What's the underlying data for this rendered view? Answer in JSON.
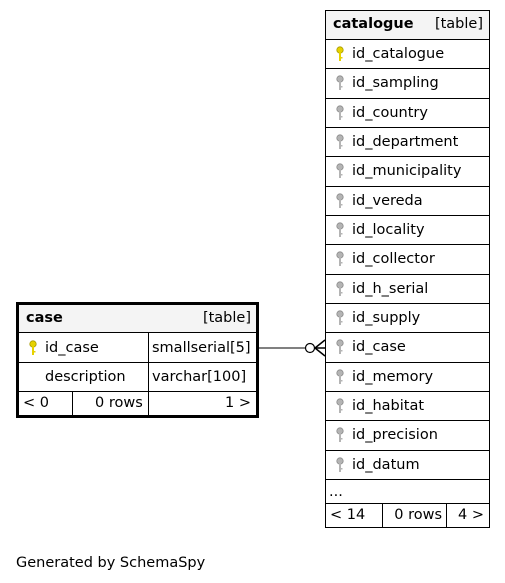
{
  "footer": "Generated by SchemaSpy",
  "catalogue": {
    "name": "catalogue",
    "kind": "[table]",
    "columns": [
      {
        "name": "id_catalogue",
        "key": "primary"
      },
      {
        "name": "id_sampling",
        "key": "foreign"
      },
      {
        "name": "id_country",
        "key": "foreign"
      },
      {
        "name": "id_department",
        "key": "foreign"
      },
      {
        "name": "id_municipality",
        "key": "foreign"
      },
      {
        "name": "id_vereda",
        "key": "foreign"
      },
      {
        "name": "id_locality",
        "key": "foreign"
      },
      {
        "name": "id_collector",
        "key": "foreign"
      },
      {
        "name": "id_h_serial",
        "key": "foreign"
      },
      {
        "name": "id_supply",
        "key": "foreign"
      },
      {
        "name": "id_case",
        "key": "foreign"
      },
      {
        "name": "id_memory",
        "key": "foreign"
      },
      {
        "name": "id_habitat",
        "key": "foreign"
      },
      {
        "name": "id_precision",
        "key": "foreign"
      },
      {
        "name": "id_datum",
        "key": "foreign"
      }
    ],
    "more": "...",
    "stats": {
      "parents": "< 14",
      "rows": "0 rows",
      "children": "4 >"
    }
  },
  "case": {
    "name": "case",
    "kind": "[table]",
    "columns": [
      {
        "name": "id_case",
        "type": "smallserial[5]",
        "key": "primary"
      },
      {
        "name": "description",
        "type": "varchar[100]",
        "key": "none"
      }
    ],
    "stats": {
      "parents": "< 0",
      "rows": "0 rows",
      "children": "1 >"
    }
  },
  "colors": {
    "primary_key": "#e6d200",
    "foreign_key": "#b4b4b4",
    "header_bg": "#f4f4f4"
  }
}
